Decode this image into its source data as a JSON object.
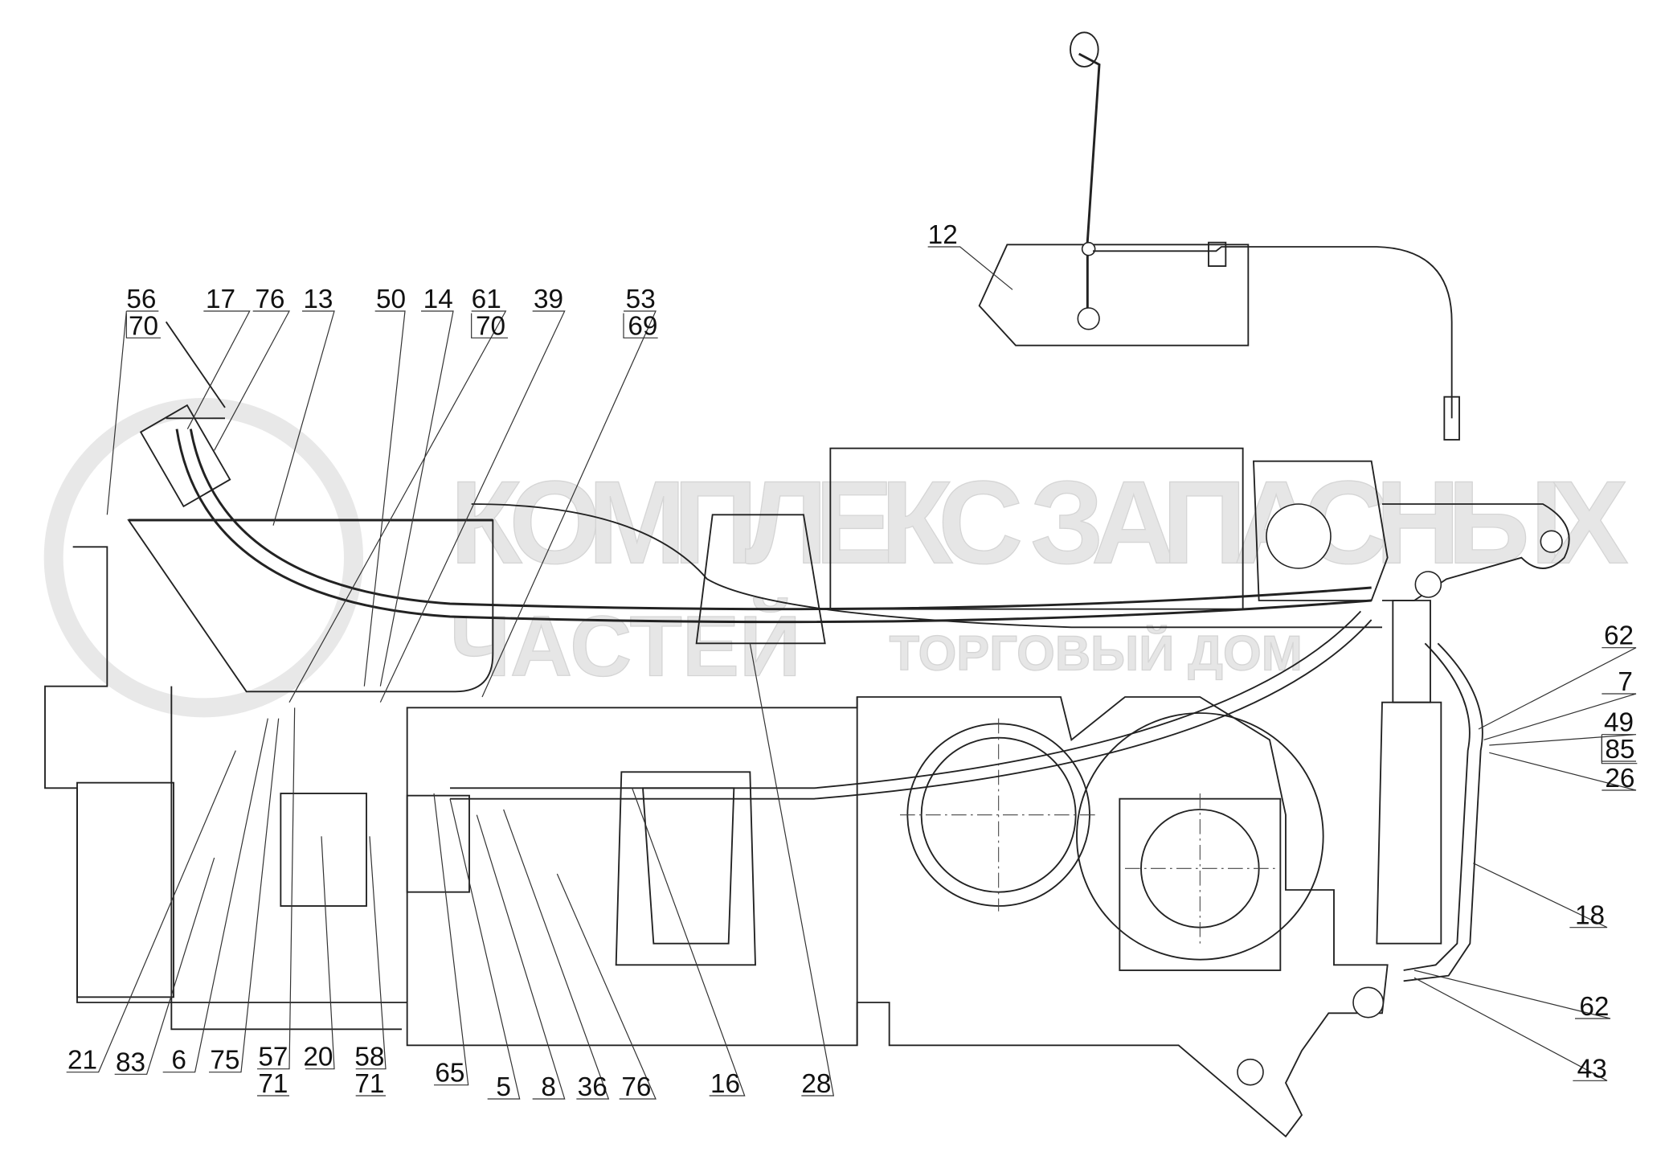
{
  "watermark": {
    "line1": "КОМПЛЕКС ЗАПАСНЫХ",
    "line2": "ЧАСТЕЙ",
    "line3": "ТОРГОВЫЙ ДОМ"
  },
  "callouts": {
    "top": [
      "56",
      "70",
      "17",
      "76",
      "13",
      "50",
      "14",
      "61",
      "70",
      "39",
      "53",
      "69",
      "12"
    ],
    "right": [
      "62",
      "7",
      "49",
      "85",
      "26",
      "18",
      "62",
      "43"
    ],
    "bottom": [
      "21",
      "83",
      "6",
      "75",
      "57",
      "71",
      "20",
      "58",
      "71",
      "65",
      "5",
      "8",
      "36",
      "76",
      "16",
      "28"
    ]
  },
  "colors": {
    "line": "#222222",
    "watermark": "#e6e6e6"
  }
}
